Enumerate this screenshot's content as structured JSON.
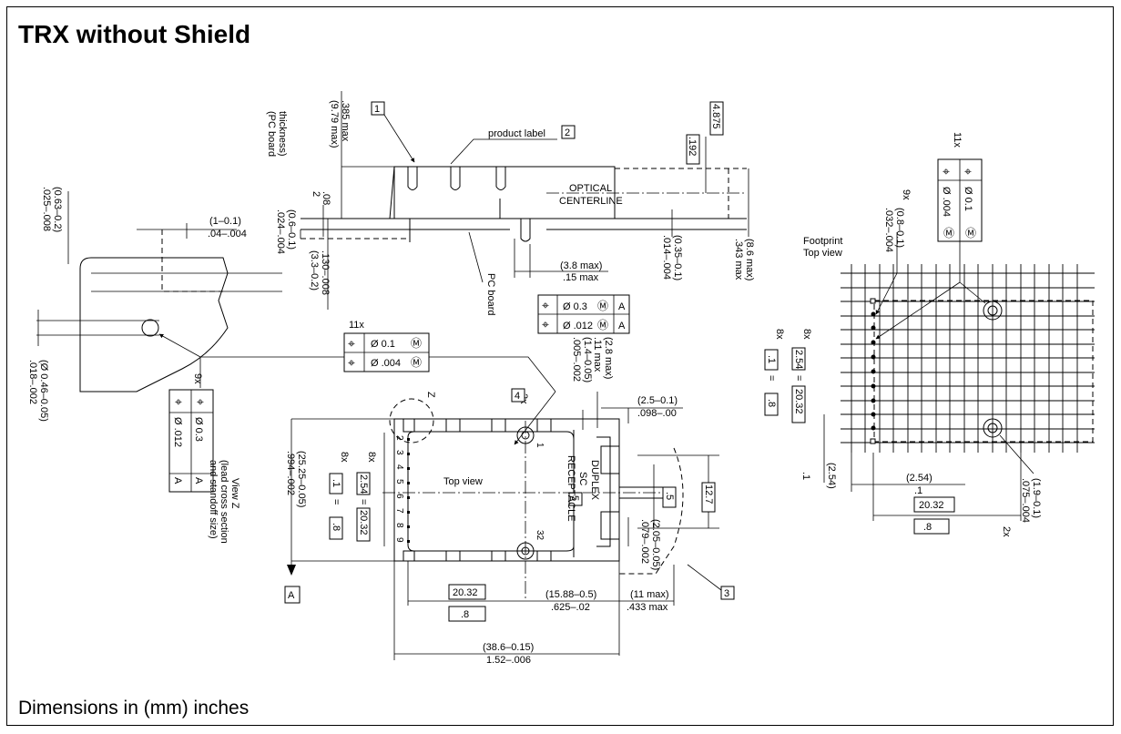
{
  "title": "TRX without Shield",
  "footer": "Dimensions in (mm) inches",
  "side_view": {
    "callout_1": "1",
    "product_label": "product label",
    "callout_2": "2",
    "optical": "OPTICAL",
    "centerline": "CENTERLINE",
    "pc_board": "PC board",
    "pcb_thickness_1": "(PC board",
    "pcb_thickness_2": "thickness)",
    "dim_979": "(9.79 max)",
    "dim_385": ".385 max",
    "dim_2": "2",
    "dim_08": ".08",
    "dim_06": "(0.6–0.1)",
    "dim_024": ".024–.004",
    "dim_33": "(3.3–0.2)",
    "dim_130": ".130–.008",
    "dim_38": "(3.8 max)",
    "dim_15": ".15 max",
    "dim_4875": "4.875",
    "dim_192": ".192",
    "dim_035": "(0.35–0.1)",
    "dim_014": ".014–.004",
    "dim_86": "(8.6 max)",
    "dim_343": ".343 max"
  },
  "view_z": {
    "dim_063": "(0.63–0.2)",
    "dim_025": ".025–.008",
    "dim_1_01": "(1–0.1)",
    "dim_04": ".04–.004",
    "dim_046": "(Ø 0.46–0.05)",
    "dim_018": ".018–.002",
    "count_9x": "9x",
    "fcf_a": "Ø 0.3",
    "fcf_b": "Ø .012",
    "datum": "A",
    "caption_1": "View Z",
    "caption_2": "(lead cross section",
    "caption_3": "and standoff size)"
  },
  "fcf_11x_left": {
    "count": "11x",
    "row1": "Ø 0.1",
    "row2": "Ø .004"
  },
  "fcf_mid": {
    "row1": "Ø 0.3",
    "row2": "Ø .012",
    "datum": "A"
  },
  "top_view": {
    "label": "Top view",
    "z": "Z",
    "count_2x": "2x",
    "callout_4": "4",
    "dim_14": "(1.4–0.05)",
    "dim_005": ".005–.002",
    "dim_28": "(2.8 max)",
    "dim_11": ".11 max",
    "dim_25": "(2.5–0.1)",
    "dim_098": ".098–.00",
    "duplex": "DUPLEX",
    "sc": "SC",
    "callout_5": "5",
    "receptacle": "RECEPTACLE",
    "pin_1": "1",
    "pin_32": "32",
    "pin_nums": [
      "2",
      "3",
      "4",
      "5",
      "6",
      "7",
      "8",
      "9"
    ],
    "count_8x_a": "8x",
    "count_8x_b": "8x",
    "pitch_in": ".1",
    "pitch_mm": "2.54",
    "eq": "=",
    "span_in": ".8",
    "span_mm": "20.32",
    "dim_2525": "(25.25–0.05)",
    "dim_994": ".994–.002",
    "datum_a": "A",
    "dim_5": ".5",
    "dim_127": "12.7",
    "dim_205": "(2.05–0.05)",
    "dim_079": ".079–.002",
    "callout_3": "3",
    "bot_2032": "20.32",
    "bot_8": ".8",
    "dim_1588": "(15.88–0.5)",
    "dim_625": ".625–.02",
    "dim_11max": "(11 max)",
    "dim_433": ".433 max",
    "dim_386": "(38.6–0.15)",
    "dim_152": "1.52–.006"
  },
  "footprint": {
    "title_1": "Footprint",
    "title_2": "Top view",
    "fcf_count": "11x",
    "fcf_r1": "Ø 0.1",
    "fcf_r2": "Ø .004",
    "count_9x": "9x",
    "dim_08": "(0.8–0.1)",
    "dim_032": ".032–.004",
    "count_8x_a": "8x",
    "count_8x_b": "8x",
    "pitch_mm": "2.54",
    "pitch_in": ".1",
    "eq": "=",
    "span_mm": "20.32",
    "span_in": ".8",
    "dim_254_v": "(2.54)",
    "dim_1_v": ".1",
    "dim_254_h": "(2.54)",
    "dim_1_h": ".1",
    "bot_2032": "20.32",
    "bot_8": ".8",
    "dim_19": "(1.9–0.1)",
    "dim_075": ".075–.004",
    "count_2x": "2x"
  }
}
